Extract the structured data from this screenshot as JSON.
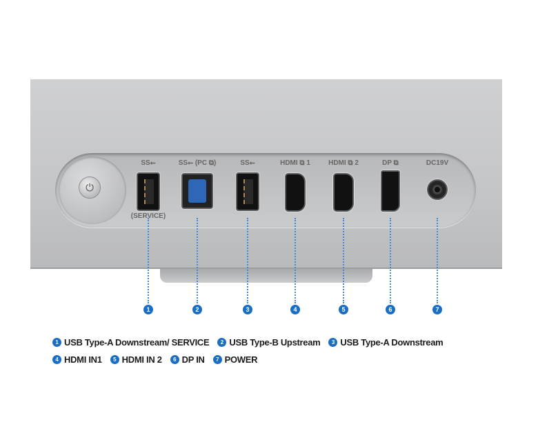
{
  "accent_color": "#1a6fc4",
  "ports": [
    {
      "num": "1",
      "type": "usba",
      "label": "SS⭠",
      "sublabel": "(SERVICE)",
      "legend": "USB Type-A Downstream/ SERVICE"
    },
    {
      "num": "2",
      "type": "usbb",
      "label": "SS⭠ (PC ⧉)",
      "legend": "USB Type-B Upstream"
    },
    {
      "num": "3",
      "type": "usba",
      "label": "SS⭠",
      "legend": "USB Type-A Downstream"
    },
    {
      "num": "4",
      "type": "hdmi",
      "label": "HDMI ⧉ 1",
      "legend": "HDMI IN1"
    },
    {
      "num": "5",
      "type": "hdmi",
      "label": "HDMI ⧉ 2",
      "legend": "HDMI IN 2"
    },
    {
      "num": "6",
      "type": "dp",
      "label": "DP ⧉",
      "legend": "DP IN"
    },
    {
      "num": "7",
      "type": "dc",
      "label": "DC19V",
      "legend": "POWER"
    }
  ],
  "power_button_icon": "power-icon"
}
